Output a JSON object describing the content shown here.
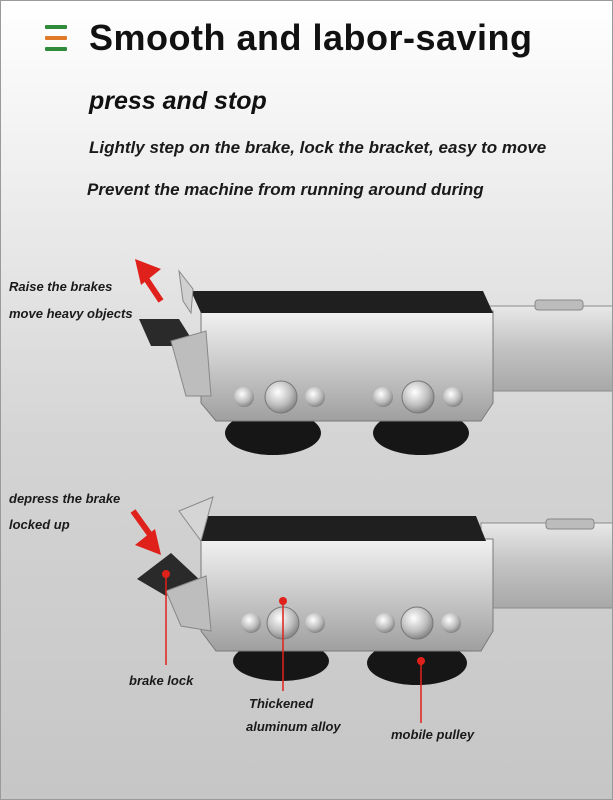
{
  "header": {
    "title": "Smooth and labor-saving",
    "subtitle": "press and stop",
    "line1": "Lightly step on the brake, lock the bracket, easy to move",
    "line2": "Prevent the machine from running around during",
    "logo_colors": [
      "#2e8b3a",
      "#e07a2a",
      "#2e8b3a"
    ]
  },
  "upper": {
    "label1": "Raise the brakes",
    "label2": "move heavy objects"
  },
  "lower": {
    "label1": "depress the brake",
    "label2": "locked up"
  },
  "callouts": {
    "brake_lock": "brake lock",
    "alloy1": "Thickened",
    "alloy2": "aluminum alloy",
    "pulley": "mobile pulley"
  },
  "colors": {
    "arrow": "#e0211b",
    "marker": "#e0211b"
  }
}
